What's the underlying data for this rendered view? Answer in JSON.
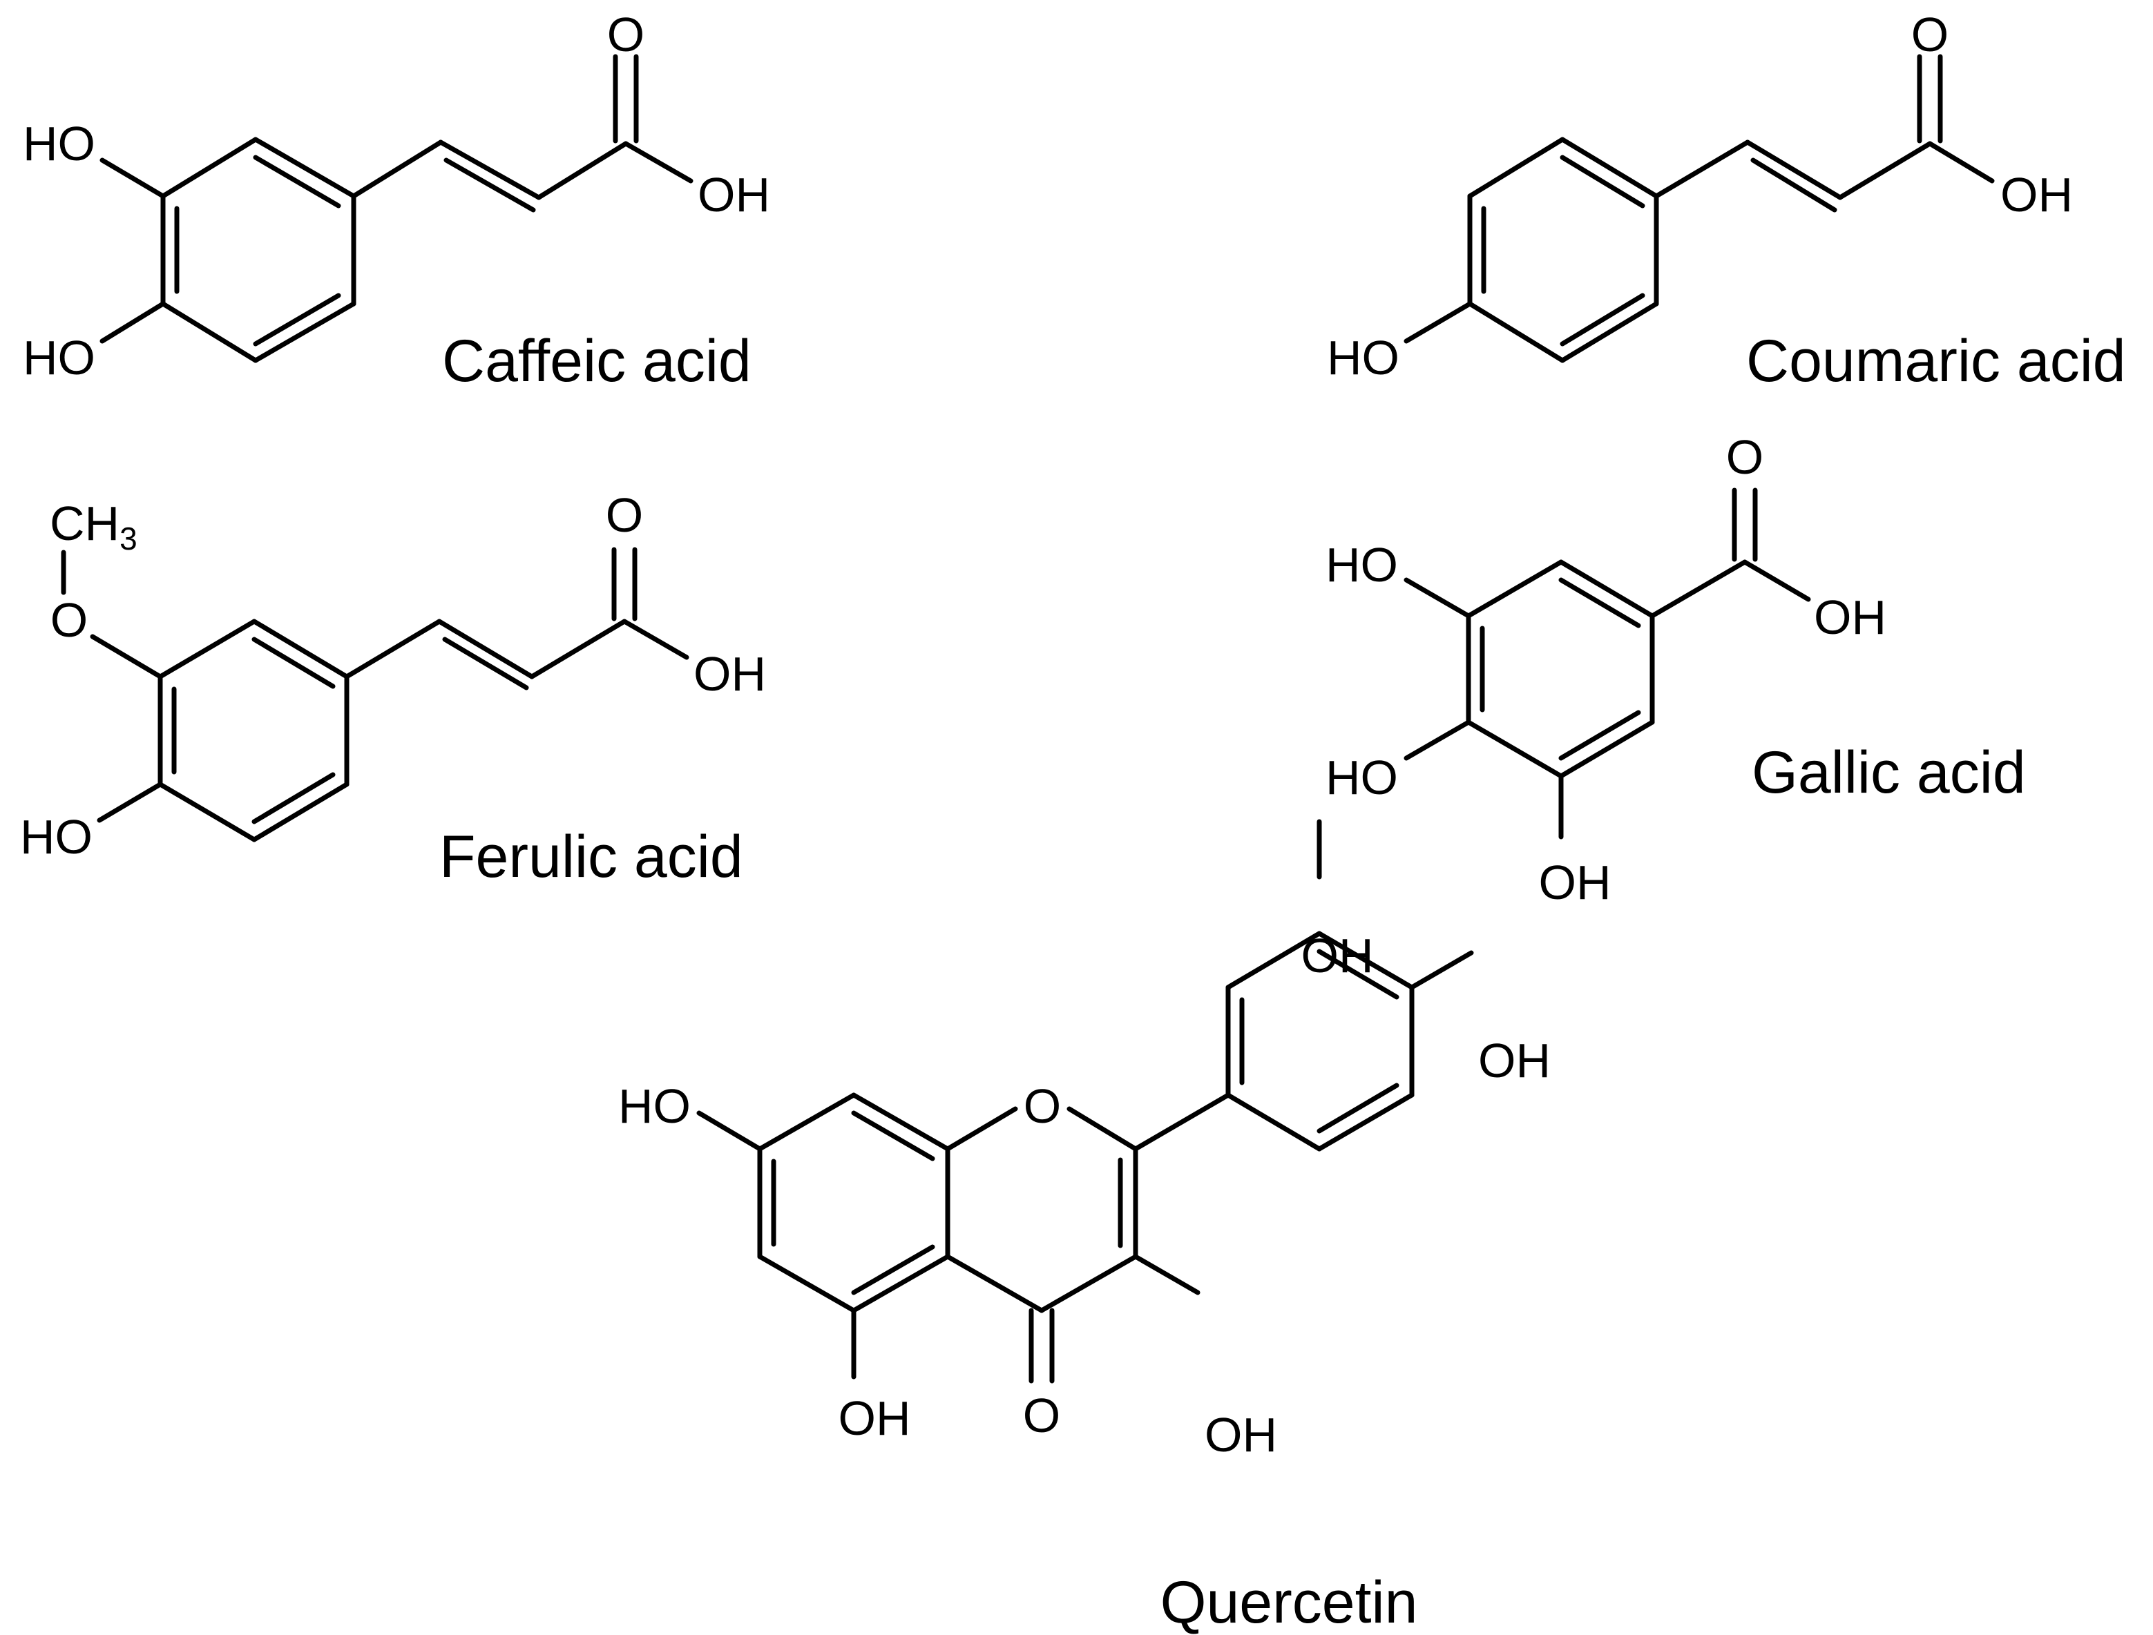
{
  "compounds": [
    {
      "id": "caffeic-acid",
      "name": "Caffeic acid",
      "labels": {
        "carbonyl_o": "O",
        "acid_oh": "OH",
        "ho_top": "HO",
        "ho_bottom": "HO"
      }
    },
    {
      "id": "coumaric-acid",
      "name": "Coumaric acid",
      "labels": {
        "carbonyl_o": "O",
        "acid_oh": "OH",
        "ho": "HO"
      }
    },
    {
      "id": "ferulic-acid",
      "name": "Ferulic acid",
      "labels": {
        "methyl_c": "CH",
        "methyl_sub": "3",
        "ether_o": "O",
        "carbonyl_o": "O",
        "acid_oh": "OH",
        "ho": "HO"
      }
    },
    {
      "id": "gallic-acid",
      "name": "Gallic acid",
      "labels": {
        "carbonyl_o": "O",
        "acid_oh": "OH",
        "ho_top": "HO",
        "ho_mid": "HO",
        "oh_bottom": "OH"
      }
    },
    {
      "id": "quercetin",
      "name": "Quercetin",
      "labels": {
        "ring_o": "O",
        "carbonyl_o": "O",
        "ho_7": "HO",
        "oh_5": "OH",
        "oh_3": "OH",
        "oh_3p": "OH",
        "oh_4p": "OH"
      }
    }
  ]
}
